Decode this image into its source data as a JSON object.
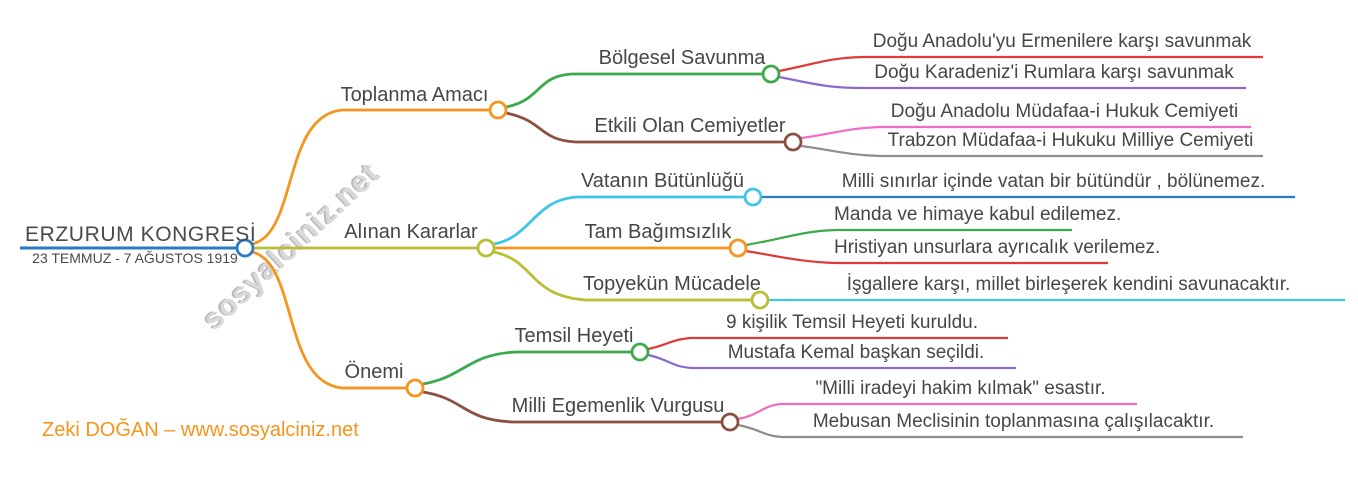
{
  "root": {
    "title": "ERZURUM KONGRESİ",
    "subtitle": "23 TEMMUZ - 7 AĞUSTOS 1919"
  },
  "branches": [
    {
      "label": "Toplanma Amacı",
      "children": [
        {
          "label": "Bölgesel Savunma",
          "leaves": [
            "Doğu Anadolu'yu Ermenilere karşı savunmak",
            "Doğu Karadeniz'i Rumlara karşı savunmak"
          ]
        },
        {
          "label": "Etkili Olan Cemiyetler",
          "leaves": [
            "Doğu Anadolu Müdafaa-i Hukuk Cemiyeti",
            "Trabzon Müdafaa-i Hukuku Milliye Cemiyeti"
          ]
        }
      ]
    },
    {
      "label": "Alınan Kararlar",
      "children": [
        {
          "label": "Vatanın Bütünlüğü",
          "leaves": [
            "Milli sınırlar içinde vatan bir bütündür , bölünemez."
          ]
        },
        {
          "label": "Tam Bağımsızlık",
          "leaves": [
            "Manda ve himaye kabul edilemez.",
            "Hristiyan unsurlara ayrıcalık verilemez."
          ]
        },
        {
          "label": "Topyekün Mücadele",
          "leaves": [
            "İşgallere karşı, millet birleşerek kendini savunacaktır."
          ]
        }
      ]
    },
    {
      "label": "Önemi",
      "children": [
        {
          "label": "Temsil Heyeti",
          "leaves": [
            "9 kişilik Temsil Heyeti kuruldu.",
            "Mustafa Kemal başkan seçildi."
          ]
        },
        {
          "label": "Milli Egemenlik Vurgusu",
          "leaves": [
            "\"Milli iradeyi hakim kılmak\" esastır.",
            "Mebusan Meclisinin toplanmasına çalışılacaktır."
          ]
        }
      ]
    }
  ],
  "footer": {
    "credit": "Zeki DOĞAN – www.sosyalciniz.net"
  },
  "watermark": {
    "text": "sosyalciniz.net"
  },
  "colors": {
    "blue": "#2B7BC4",
    "orange": "#F7941E",
    "olive": "#B9BF35",
    "green": "#3BA94C",
    "brown": "#8A5143",
    "red": "#DE3A38",
    "purple": "#8A6AD0",
    "cyan": "#41C5E6",
    "pink": "#EF6DC3",
    "gray": "#8E8E8E",
    "text": "#464646",
    "watermark_gray": "#D9D9D9"
  }
}
